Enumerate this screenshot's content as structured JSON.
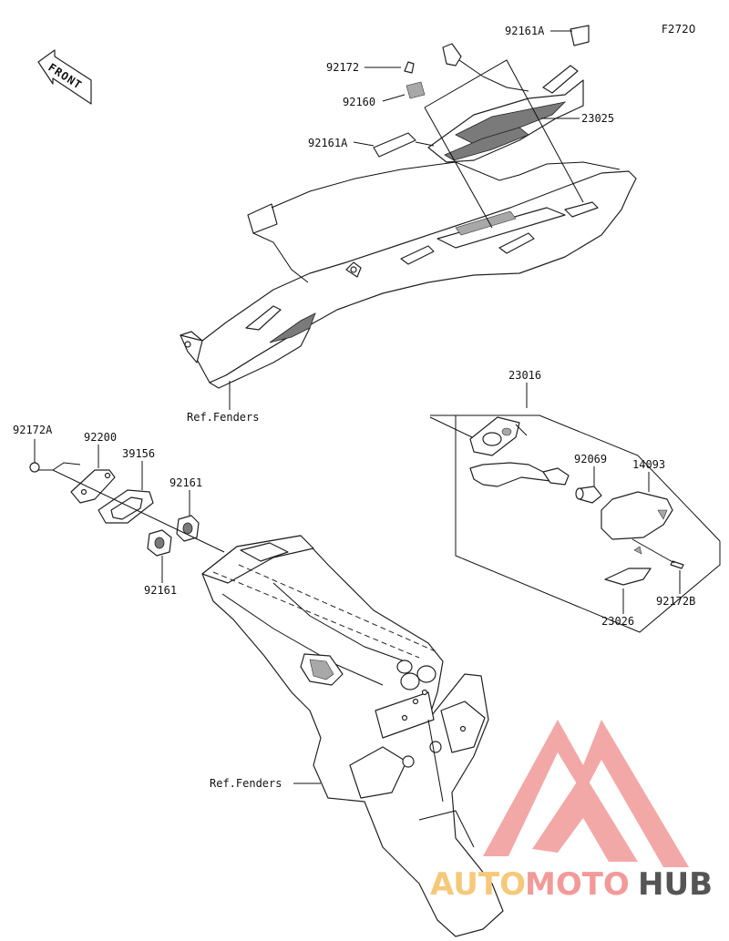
{
  "diagram": {
    "figure_code": "F2720",
    "front_label": "FRONT",
    "parts": {
      "p92161A_top": "92161A",
      "p92172": "92172",
      "p92160": "92160",
      "p92161A_left": "92161A",
      "p23025": "23025",
      "p23016": "23016",
      "p92172A": "92172A",
      "p92200": "92200",
      "p39156": "39156",
      "p92161_upper": "92161",
      "p92161_lower": "92161",
      "p92069": "92069",
      "p14093": "14093",
      "p92172B": "92172B",
      "p23026": "23026"
    },
    "refs": {
      "upper": "Ref.Fenders",
      "lower": "Ref.Fenders"
    }
  },
  "watermark": {
    "part_auto": "AUTO",
    "part_moto": "MOTO",
    "part_hub": "HUB",
    "colors": {
      "auto": "#f5c97a",
      "moto": "#f29a9a",
      "hub": "#555555",
      "logo": "#f29a9a"
    }
  }
}
